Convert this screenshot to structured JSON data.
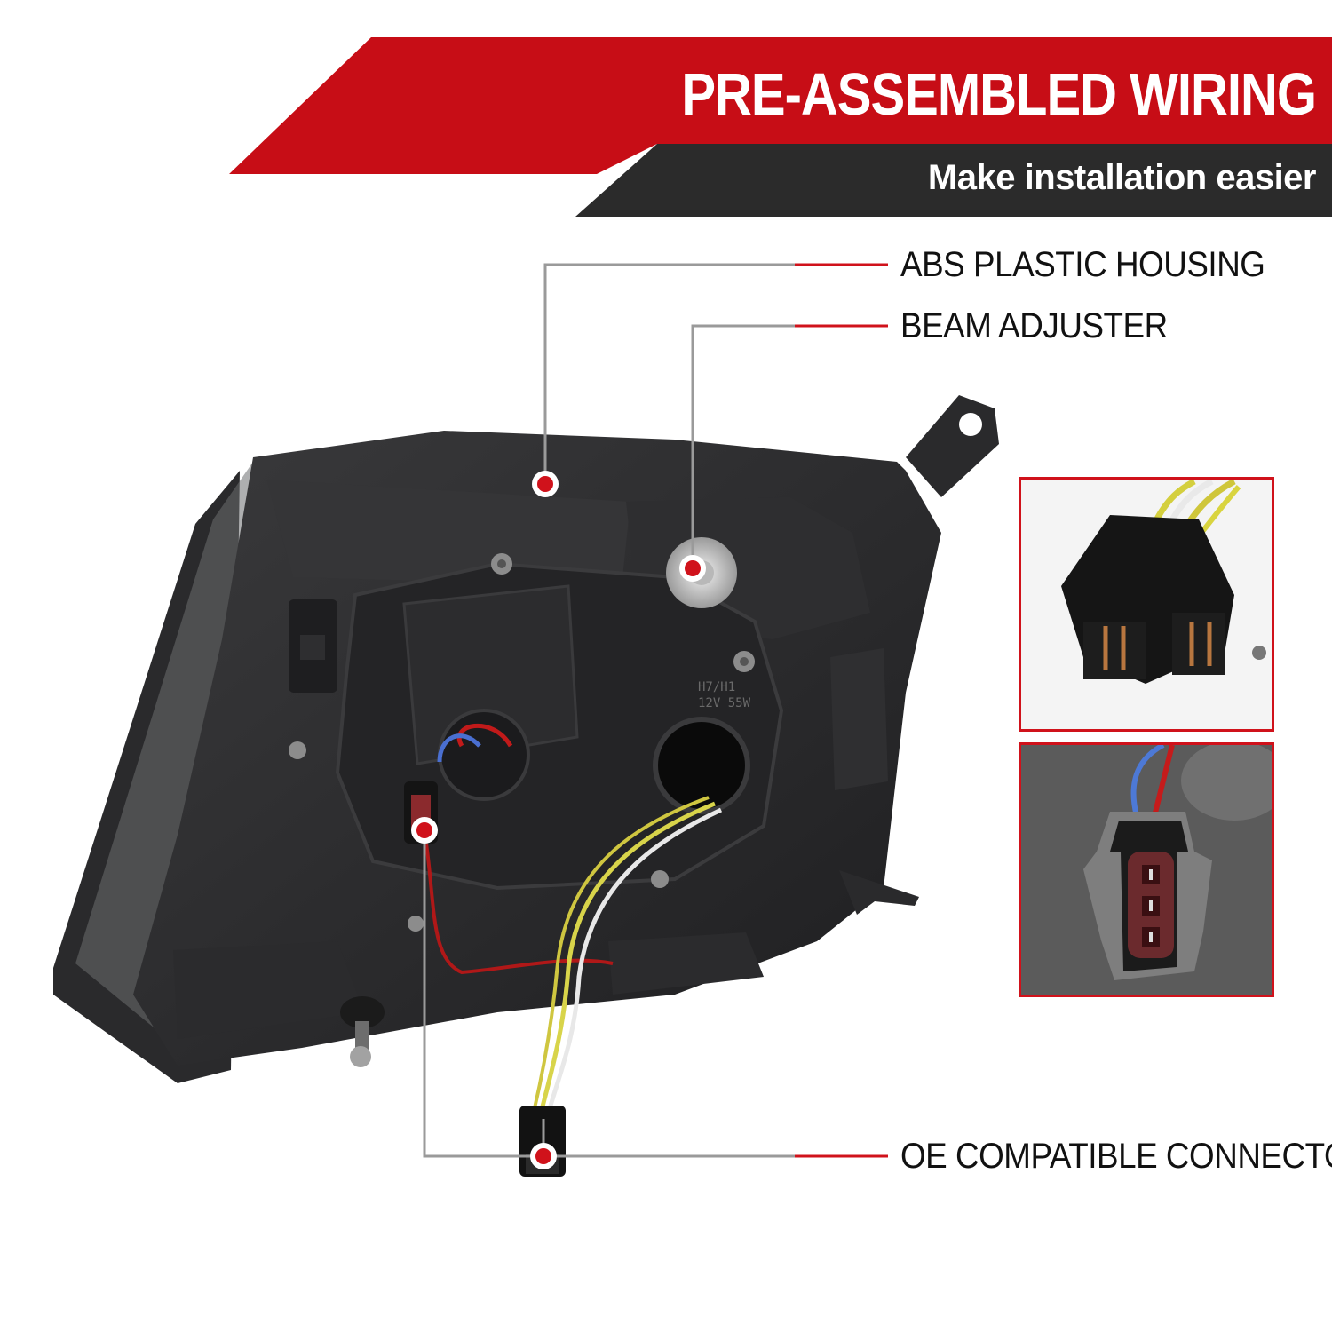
{
  "banner": {
    "title": "PRE-ASSEMBLED WIRING",
    "subtitle": "Make installation easier",
    "colors": {
      "primary": "#c70d16",
      "secondary": "#2b2b2b"
    }
  },
  "callouts": [
    {
      "label": "ABS PLASTIC HOUSING"
    },
    {
      "label": "BEAM ADJUSTER"
    },
    {
      "label": "OE COMPATIBLE CONNECTORS"
    }
  ],
  "insets": [
    {
      "subject": "bulb socket plug with yellow and white wires"
    },
    {
      "subject": "red 3-pin connector with blue and red wires"
    }
  ],
  "accent_color": "#d0121b"
}
